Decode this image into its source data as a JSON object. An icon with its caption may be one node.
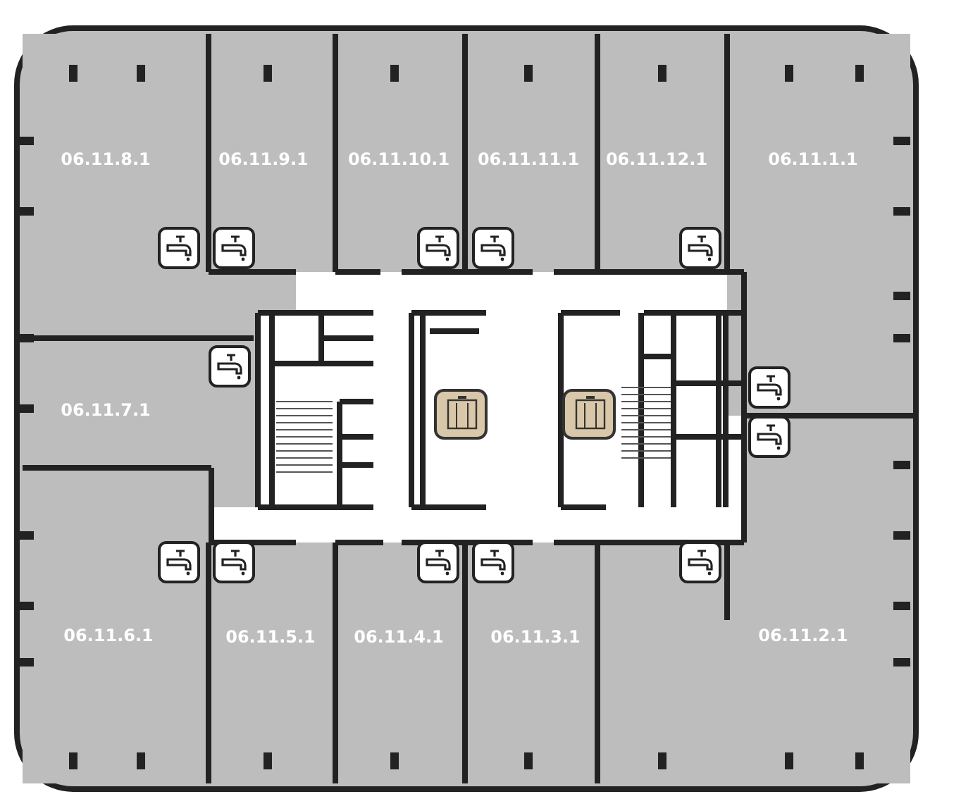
{
  "diagram": {
    "nodes": [
      {
        "text": [
          "06.11.8.1"
        ]
      },
      {
        "text": [
          "06.11.9.1"
        ]
      },
      {
        "text": [
          "06.11.10.1"
        ]
      },
      {
        "text": [
          "06.11.11.1"
        ]
      },
      {
        "text": [
          "06.11.12.1"
        ]
      },
      {
        "text": [
          "06.11.1.1"
        ]
      },
      {
        "text": [
          "06.11.7.1"
        ]
      },
      {
        "text": [
          "06.11.6.1"
        ]
      },
      {
        "text": [
          "06.11.5.1"
        ]
      },
      {
        "text": [
          "06.11.4.1"
        ]
      },
      {
        "text": [
          "06.11.3.1"
        ]
      },
      {
        "text": [
          "06.11.2.1"
        ]
      }
    ]
  }
}
